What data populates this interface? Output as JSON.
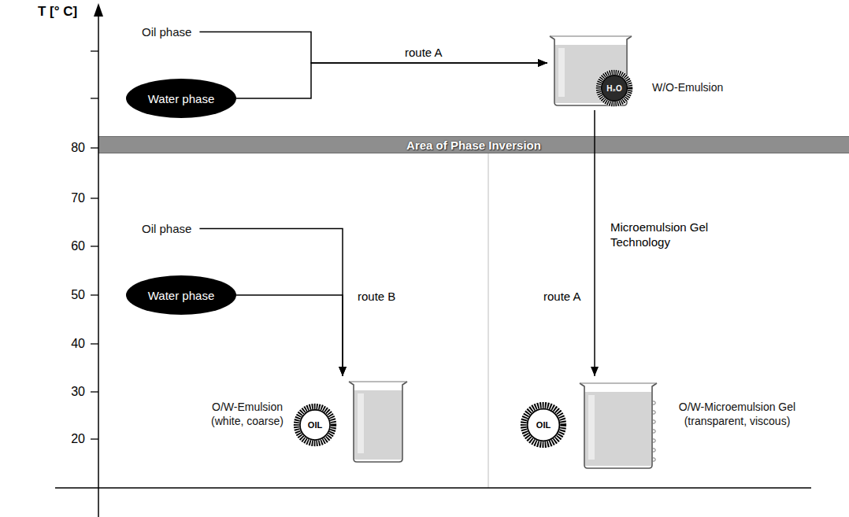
{
  "diagram": {
    "nodes": [
      {
        "text": [
          "Oil phase"
        ]
      },
      {
        "text": [
          "Water phase"
        ]
      },
      {
        "text": [
          "W/O-Emulsion"
        ]
      },
      {
        "text": [
          "H₂O"
        ],
        "in": 2
      },
      {
        "text": [
          "Area of Phase Inversion"
        ]
      },
      {
        "text": [
          "Oil phase"
        ]
      },
      {
        "text": [
          "Water phase"
        ]
      },
      {
        "text": [
          "O/W-Emulsion (white, coarse)"
        ]
      },
      {
        "text": [
          "OIL"
        ],
        "in": 7
      },
      {
        "text": [
          "O/W-Microemulsion Gel (transparent, viscous)"
        ]
      },
      {
        "text": [
          "OIL"
        ],
        "in": 9
      }
    ],
    "edges": [
      {
        "from": 0,
        "to": 2,
        "arrow": "to",
        "label": "route A"
      },
      {
        "from": 1,
        "to": 2,
        "arrow": "to"
      },
      {
        "from": 2,
        "to": 9,
        "arrow": "to",
        "label": "route A"
      },
      {
        "from": 5,
        "to": 7,
        "arrow": "to",
        "label": "route B"
      },
      {
        "from": 6,
        "to": 7,
        "arrow": "to"
      }
    ],
    "labels": [
      "T [° C]",
      "80",
      "70",
      "60",
      "50",
      "40",
      "30",
      "20",
      "Microemulsion Gel Technology"
    ]
  }
}
